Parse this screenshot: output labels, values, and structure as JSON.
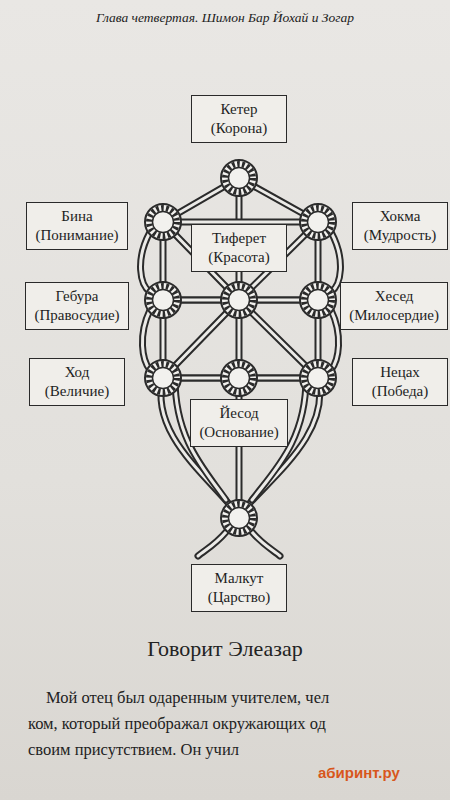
{
  "diagram": {
    "nodes": [
      {
        "text": [
          "Кетер (Корона)"
        ]
      },
      {
        "text": [
          "Бина (Понимание)"
        ]
      },
      {
        "text": [
          "Хокма (Мудрость)"
        ]
      },
      {
        "text": [
          "Тиферет (Красота)"
        ]
      },
      {
        "text": [
          "Гебура (Правосудие)"
        ]
      },
      {
        "text": [
          "Хесед (Милосердие)"
        ]
      },
      {
        "text": [
          "Ход (Величие)"
        ]
      },
      {
        "text": [
          "Нецах (Победа)"
        ]
      },
      {
        "text": [
          "Йесод (Основание)"
        ]
      },
      {
        "text": [
          "Малкут (Царство)"
        ]
      }
    ],
    "labels": [
      "Глава четвертая. Шимон Бар Йохай и Зогар",
      "Говорит Элеазар",
      "Мой отец был одаренным учителем, чел",
      "ком, который преображал окружающих од",
      "своим присутствием. Он учил",
      "абиринт.ру"
    ]
  }
}
